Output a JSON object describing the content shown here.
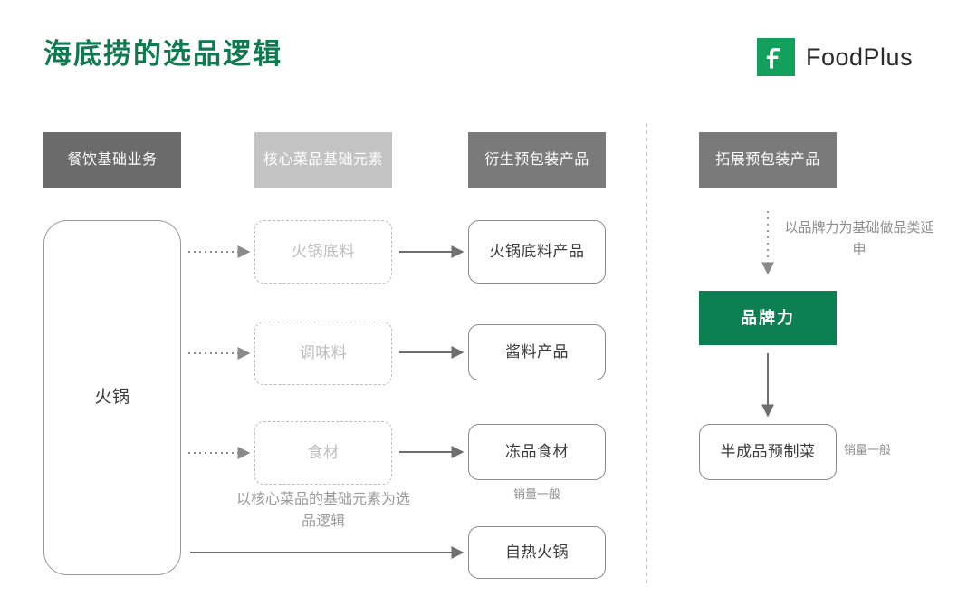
{
  "page": {
    "title": "海底捞的选品逻辑",
    "title_color": "#0f7a4f",
    "background": "#ffffff"
  },
  "brand": {
    "name": "FoodPlus",
    "mark_letter": "F",
    "mark_color": "#12a05c",
    "mark_icon": "foodplus-logo-icon"
  },
  "columns": {
    "headers": [
      {
        "label": "餐饮基础业务",
        "color": "#6b6b6b"
      },
      {
        "label": "核心菜品基础元素",
        "color": "#c3c3c3"
      },
      {
        "label": "衍生预包装产品",
        "color": "#7a7a7a"
      },
      {
        "label": "拓展预包装产品",
        "color": "#7a7a7a"
      }
    ]
  },
  "left_flow": {
    "base_business": {
      "label": "火锅"
    },
    "elements": [
      {
        "label": "火锅底料"
      },
      {
        "label": "调味料"
      },
      {
        "label": "食材"
      }
    ],
    "element_note": "以核心菜品的基础元素为选品逻辑",
    "products": [
      {
        "label": "火锅底料产品",
        "caption": ""
      },
      {
        "label": "酱料产品",
        "caption": ""
      },
      {
        "label": "冻品食材",
        "caption": "销量一般"
      },
      {
        "label": "自热火锅",
        "caption": ""
      }
    ]
  },
  "right_flow": {
    "note": "以品牌力为基础做品类延申",
    "brand_power": {
      "label": "品牌力",
      "color": "#0c8052"
    },
    "product": {
      "label": "半成品预制菜",
      "caption": "销量一般"
    }
  },
  "divider": {
    "style": "dotted",
    "color": "#bdbdbd"
  }
}
